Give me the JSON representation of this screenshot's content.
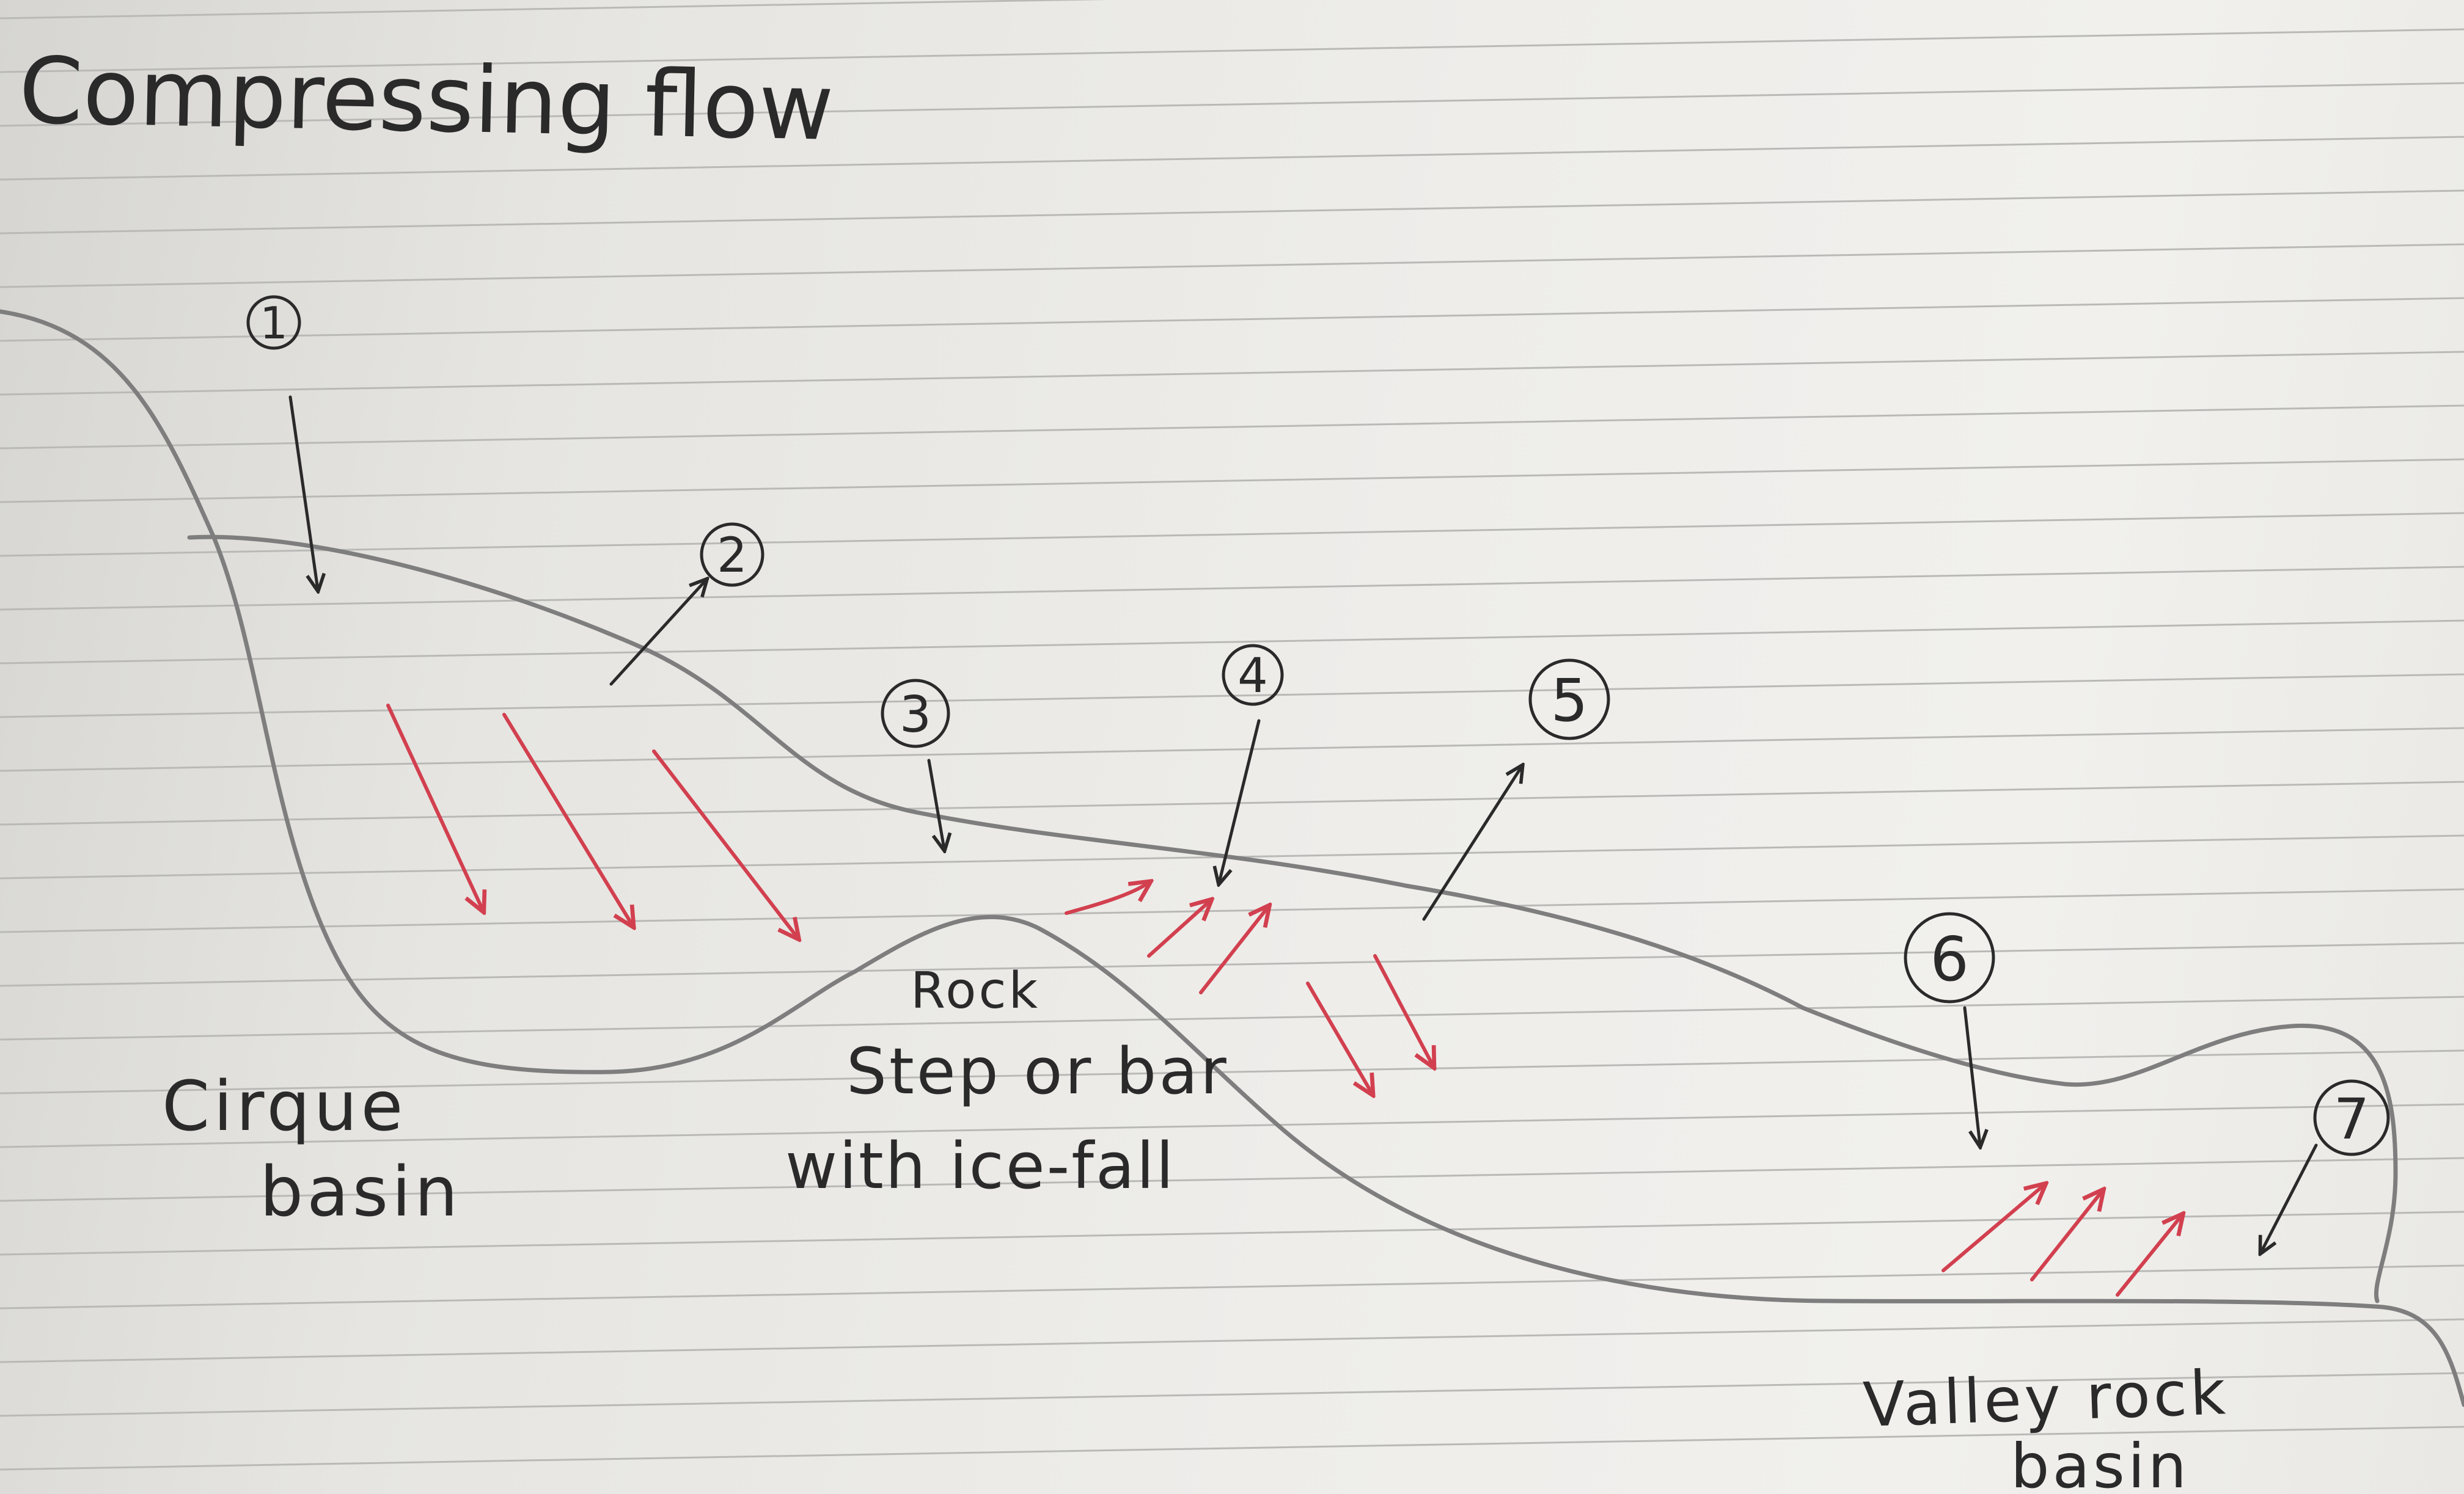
{
  "title": "Compressing flow",
  "markers": [
    {
      "id": "marker-1",
      "label": "1"
    },
    {
      "id": "marker-2",
      "label": "2"
    },
    {
      "id": "marker-3",
      "label": "3"
    },
    {
      "id": "marker-4",
      "label": "4"
    },
    {
      "id": "marker-5",
      "label": "5"
    },
    {
      "id": "marker-6",
      "label": "6"
    },
    {
      "id": "marker-7",
      "label": "7"
    }
  ],
  "labels": {
    "cirque_line1": "Cirque",
    "cirque_line2": "basin",
    "rock_line1": "Rock",
    "rock_line2": "Step or bar",
    "rock_line3": "with ice-fall",
    "valley_line1": "Valley rock",
    "valley_line2": "basin"
  },
  "colors": {
    "paper": "#eeedea",
    "rule_line": "#b9b9b7",
    "outline": "#7e7e7e",
    "ink": "#2a2a2a",
    "flow_arrow": "#d2404f"
  }
}
